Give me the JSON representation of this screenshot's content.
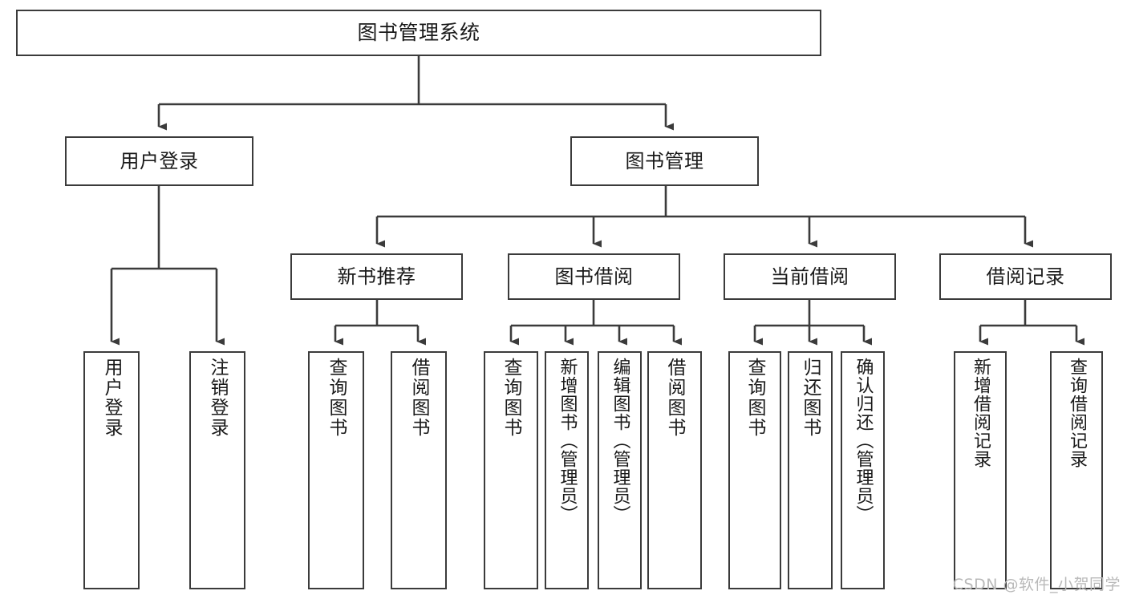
{
  "diagram": {
    "title": "图书管理系统",
    "watermark": "CSDN @软件_小贺同学",
    "line_color": "#3b3b3b",
    "box_fill": "#ffffff",
    "text_color": "#1a1a1a",
    "watermark_color": "#b9b9b9",
    "type": "tree-hierarchy",
    "levels": 4
  },
  "root": {
    "label": "图书管理系统"
  },
  "level1": [
    {
      "label": "用户登录"
    },
    {
      "label": "图书管理"
    }
  ],
  "level2": [
    {
      "label": "新书推荐"
    },
    {
      "label": "图书借阅"
    },
    {
      "label": "当前借阅"
    },
    {
      "label": "借阅记录"
    }
  ],
  "leaves": {
    "user_login": [
      {
        "label": "用户登录"
      },
      {
        "label": "注销登录"
      }
    ],
    "new_book_recommend": [
      {
        "label": "查询图书"
      },
      {
        "label": "借阅图书"
      }
    ],
    "book_borrow": [
      {
        "label": "查询图书"
      },
      {
        "label": "新增图书（管理员）"
      },
      {
        "label": "编辑图书（管理员）"
      },
      {
        "label": "借阅图书"
      }
    ],
    "current_borrow": [
      {
        "label": "查询图书"
      },
      {
        "label": "归还图书"
      },
      {
        "label": "确认归还（管理员）"
      }
    ],
    "borrow_record": [
      {
        "label": "新增借阅记录"
      },
      {
        "label": "查询借阅记录"
      }
    ]
  }
}
